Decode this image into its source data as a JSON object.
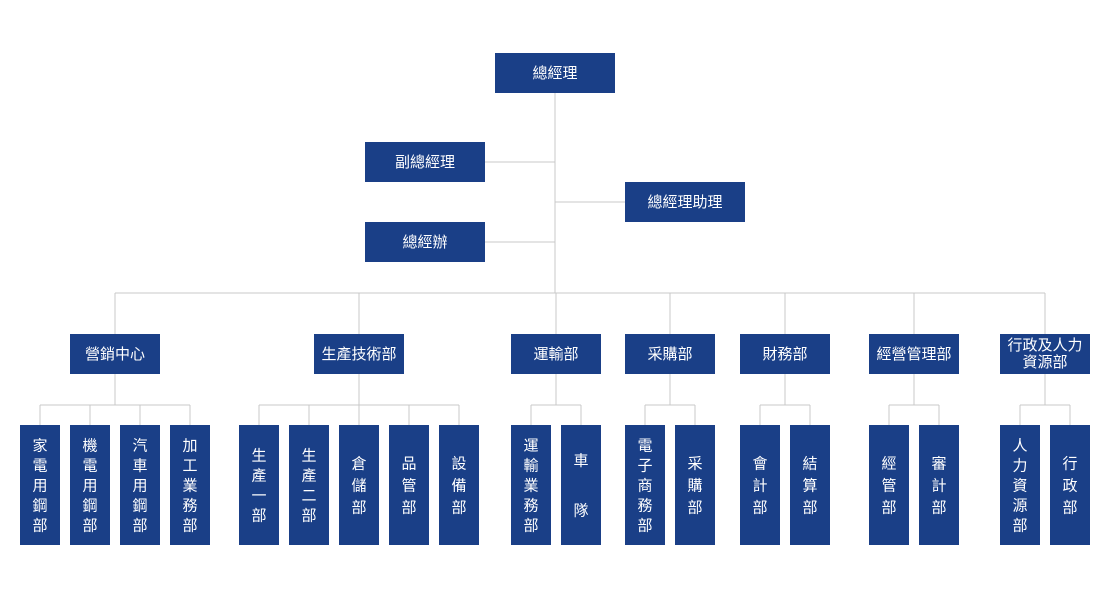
{
  "top": {
    "ceo": "總經理",
    "deputy": "副總經理",
    "assistant": "總經理助理",
    "office": "總經辦"
  },
  "departments": [
    {
      "id": "marketing",
      "label": "營銷中心",
      "children": [
        "家電用鋼部",
        "機電用鋼部",
        "汽車用鋼部",
        "加工業務部"
      ]
    },
    {
      "id": "production",
      "label": "生產技術部",
      "children": [
        "生產一部",
        "生產二部",
        "倉儲部",
        "品管部",
        "設備部"
      ]
    },
    {
      "id": "transport",
      "label": "運輸部",
      "children": [
        "運輸業務部",
        "車隊"
      ]
    },
    {
      "id": "purchasing",
      "label": "采購部",
      "children": [
        "電子商務部",
        "采購部"
      ]
    },
    {
      "id": "finance",
      "label": "財務部",
      "children": [
        "會計部",
        "結算部"
      ]
    },
    {
      "id": "management",
      "label": "經營管理部",
      "children": [
        "經管部",
        "審計部"
      ]
    },
    {
      "id": "admin",
      "label": "行政及人力資源部",
      "children": [
        "人力資源部",
        "行政部"
      ]
    }
  ]
}
